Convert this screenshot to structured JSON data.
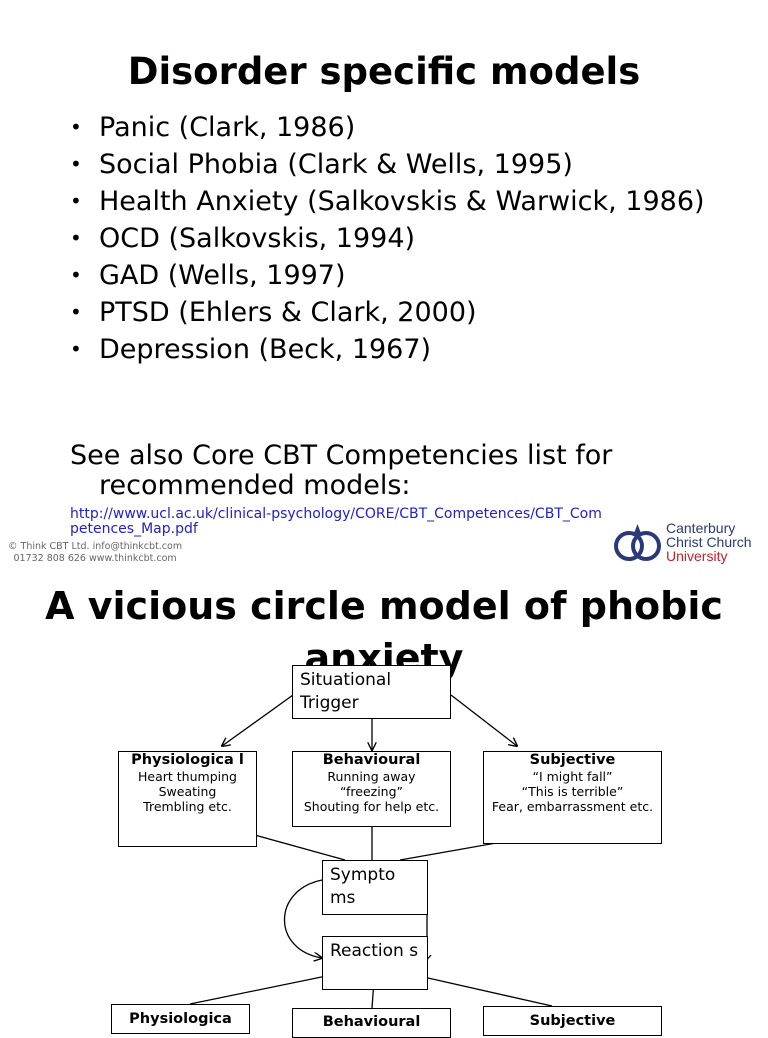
{
  "slide1": {
    "title": "Disorder specific models",
    "bullets": [
      "Panic (Clark, 1986)",
      "Social Phobia (Clark & Wells, 1995)",
      "Health Anxiety (Salkovskis & Warwick, 1986)",
      "OCD (Salkovskis, 1994)",
      "GAD (Wells, 1997)",
      "PTSD (Ehlers & Clark, 2000)",
      "Depression (Beck, 1967)"
    ],
    "bullet_glyph": "•",
    "see_also": "See also Core CBT Competencies list for recommended models:",
    "link": "http://www.ucl.ac.uk/clinical-psychology/CORE/CBT_Competences/CBT_Competences_Map.pdf",
    "footer_line1": "© Think CBT Ltd. info@thinkcbt.com",
    "footer_line2": "01732 808 626 www.thinkcbt.com",
    "logo": {
      "line1": "Canterbury",
      "line2": "Christ Church",
      "line3": "University"
    }
  },
  "slide2": {
    "title": "A vicious circle model of phobic anxiety",
    "trigger": "Situational Trigger",
    "physiological": {
      "heading": "Physiologica l",
      "lines": [
        "Heart thumping",
        "Sweating",
        "Trembling etc."
      ]
    },
    "behavioural": {
      "heading": "Behavioural",
      "lines": [
        "Running away",
        "“freezing”",
        "Shouting for help etc."
      ]
    },
    "subjective": {
      "heading": "Subjective",
      "lines": [
        "“I might fall”",
        "“This is terrible”",
        "Fear, embarrassment etc."
      ]
    },
    "symptoms": "Sympto ms",
    "reactions": "Reaction s",
    "physiological2": "Physiologica",
    "behavioural2": "Behavioural",
    "subjective2": "Subjective"
  }
}
